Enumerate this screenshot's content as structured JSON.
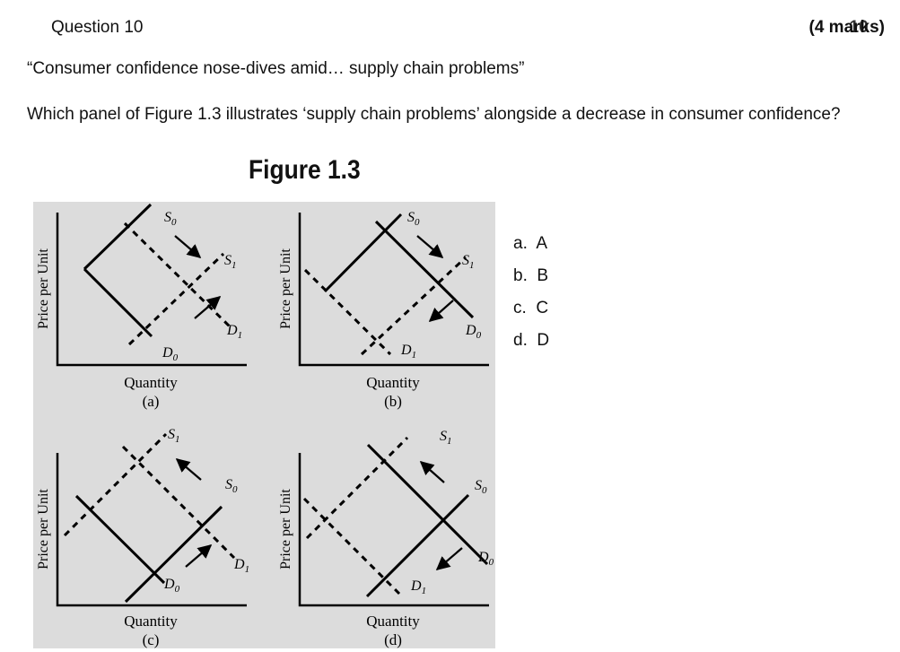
{
  "question": {
    "number_label": "Question 10",
    "marks_label": "(4 marks)",
    "marks_overlay": "10",
    "quote": "“Consumer confidence nose-dives amid… supply chain problems”",
    "prompt": "Which panel of Figure 1.3 illustrates ‘supply chain problems’ alongside a decrease in consumer confidence?"
  },
  "figure": {
    "title": "Figure 1.3",
    "y_axis_label": "Price per Unit",
    "x_axis_label": "Quantity",
    "panels": [
      {
        "id": "a",
        "label": "(a)",
        "s0": "S",
        "s0_sub": "0",
        "s1": "S",
        "s1_sub": "1",
        "d0": "D",
        "d0_sub": "0",
        "d1": "D",
        "d1_sub": "1"
      },
      {
        "id": "b",
        "label": "(b)",
        "s0": "S",
        "s0_sub": "0",
        "s1": "S",
        "s1_sub": "1",
        "d0": "D",
        "d0_sub": "0",
        "d1": "D",
        "d1_sub": "1"
      },
      {
        "id": "c",
        "label": "(c)",
        "s0": "S",
        "s0_sub": "0",
        "s1": "S",
        "s1_sub": "1",
        "d0": "D",
        "d0_sub": "0",
        "d1": "D",
        "d1_sub": "1"
      },
      {
        "id": "d",
        "label": "(d)",
        "s0": "S",
        "s0_sub": "0",
        "s1": "S",
        "s1_sub": "1",
        "d0": "D",
        "d0_sub": "0",
        "d1": "D",
        "d1_sub": "1"
      }
    ]
  },
  "options": [
    {
      "letter": "a.",
      "text": "A"
    },
    {
      "letter": "b.",
      "text": "B"
    },
    {
      "letter": "c.",
      "text": "C"
    },
    {
      "letter": "d.",
      "text": "D"
    }
  ]
}
